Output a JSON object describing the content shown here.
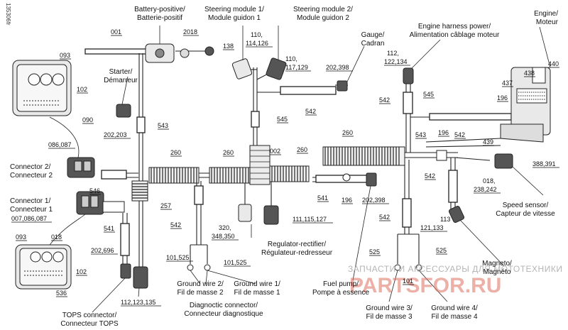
{
  "figure_id": "135306fr",
  "parts": {
    "p001": "001",
    "p093a": "093",
    "p102a": "102",
    "p090": "090",
    "p2018": "2018",
    "p138": "138",
    "p110a": "110,",
    "p110b": "114,126",
    "p110c": "110,",
    "p110d": "117,129",
    "p202398a": "202,398",
    "p112a": "112,",
    "p112b": "122,134",
    "p437": "437",
    "p438": "438",
    "p440": "440",
    "p545a": "545",
    "p542a": "542",
    "p542b": "542",
    "p196a": "196",
    "p202203": "202,203",
    "p543a": "543",
    "p545b": "545",
    "p260a": "260",
    "p260b": "260",
    "p002": "002",
    "p260c": "260",
    "p260d": "260",
    "p543b": "543",
    "p196b": "196",
    "p542c": "542",
    "p439": "439",
    "p388391": "388,391",
    "p086087": "086,087",
    "p546": "546",
    "p257": "257",
    "p541a": "541",
    "p196c": "196",
    "p202398b": "202,398",
    "p542d": "542",
    "p018a": "018,",
    "p018b": "238,242",
    "p007": "007,086,087",
    "p542e": "542",
    "p320": "320,",
    "p348": "348,350",
    "p111": "111,115,127",
    "p542f": "542",
    "p113a": "113",
    "p113b": "121,133",
    "p093b": "093",
    "p018c": "018",
    "p541b": "541",
    "p202696": "202,696",
    "p101525a": "101,525",
    "p101525b": "101,525",
    "p102b": "102",
    "p525a": "525",
    "p525b": "525",
    "p536": "536",
    "p112123": "112,123,135",
    "p101": "101"
  },
  "labels": {
    "battery": [
      "Battery-positive/",
      "Batterie-positif"
    ],
    "steering1": [
      "Steering module 1/",
      "Module guidon 1"
    ],
    "steering2": [
      "Steering module 2/",
      "Module guidon 2"
    ],
    "gauge": [
      "Gauge/",
      "Cadran"
    ],
    "engine_harness": [
      "Engine harness power/",
      "Alimentation câblage moteur"
    ],
    "engine": [
      "Engine/",
      "Moteur"
    ],
    "starter": [
      "Starter/",
      "Démarreur"
    ],
    "connector2": [
      "Connector 2/",
      "Connecteur 2"
    ],
    "connector1": [
      "Connector 1/",
      "Connecteur 1"
    ],
    "speed_sensor": [
      "Speed sensor/",
      "Capteur de vitesse"
    ],
    "regulator": [
      "Regulator-rectifier/",
      "Régulateur-redresseur"
    ],
    "magneto": [
      "Magneto/",
      "Magnéto"
    ],
    "fuel_pump": [
      "Fuel pump/",
      "Pompe à essence"
    ],
    "ground2": [
      "Ground wire 2/",
      "Fil de masse 2"
    ],
    "ground1": [
      "Ground wire 1/",
      "Fil de masse 1"
    ],
    "diagnostic": [
      "Diagnoctic connector/",
      "Connecteur diagnostique"
    ],
    "tops": [
      "TOPS connector/",
      "Connecteur TOPS"
    ],
    "ground3": [
      "Ground wire 3/",
      "Fil de masse 3"
    ],
    "ground4": [
      "Ground wire 4/",
      "Fil de masse 4"
    ]
  },
  "watermark": {
    "line1": "ЗАПЧАСТИ И АКСЕССУАРЫ ДЛЯ МОТОТЕХНИКИ",
    "line2": "PARTSFOR.RU"
  }
}
